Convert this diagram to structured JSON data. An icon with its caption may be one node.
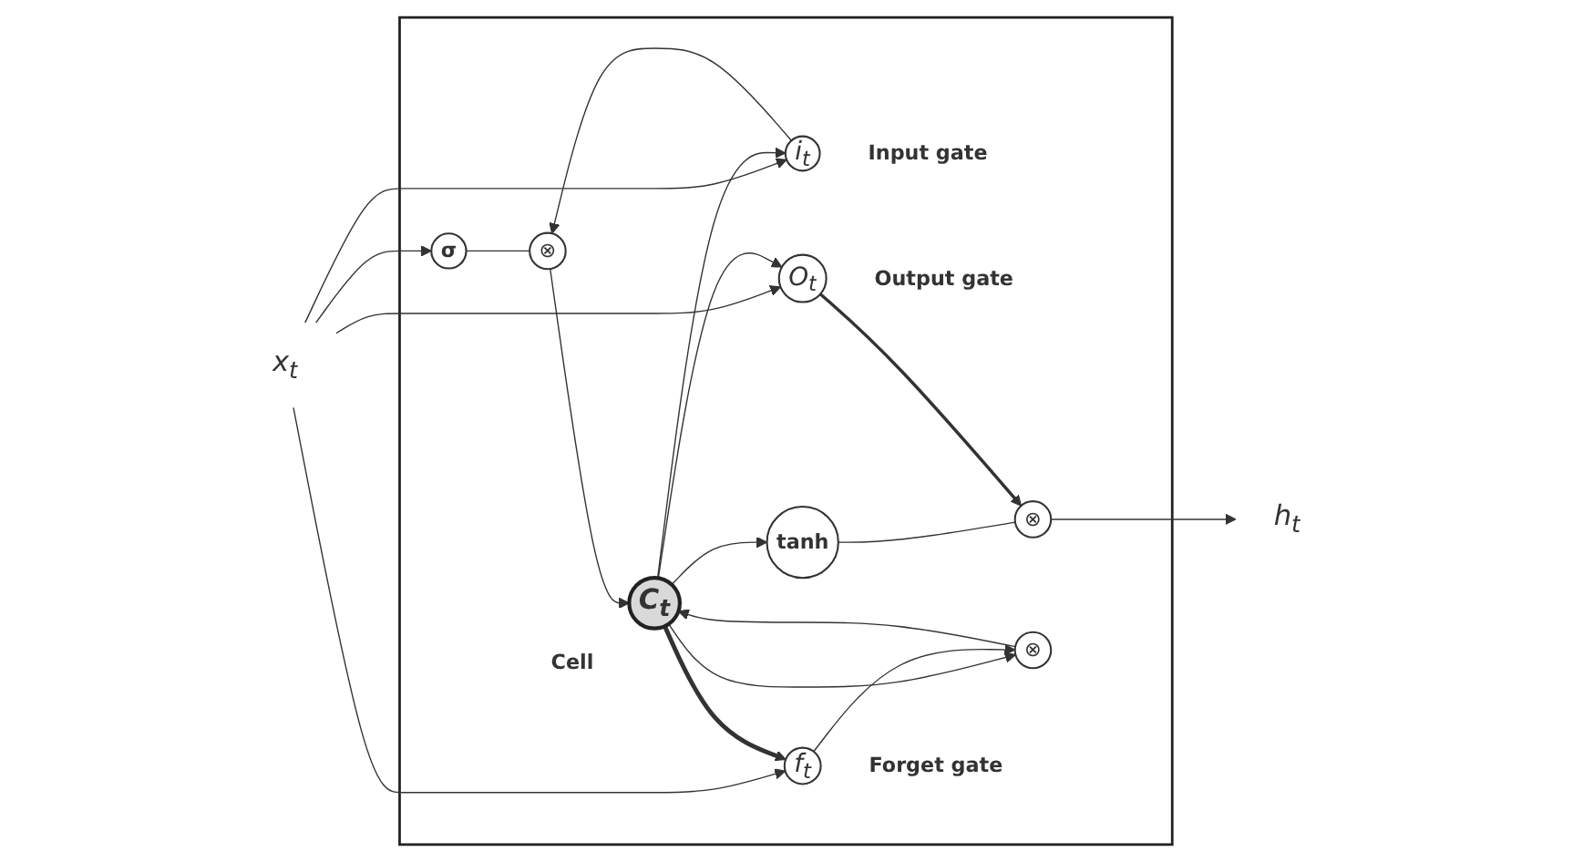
{
  "diagram": {
    "nodes": [
      {
        "text": [
          "x$_{t}$"
        ]
      },
      {
        "text": [],
        "shape": "box"
      },
      {
        "text": [
          "O$_{t}$"
        ],
        "beside": [
          "Output gate"
        ],
        "in": 1
      },
      {
        "text": [
          "i$_{t}$"
        ],
        "beside": [
          "Input gate"
        ],
        "in": 1
      },
      {
        "text": [
          "σ"
        ],
        "in": 1
      },
      {
        "text": [
          "⊗"
        ],
        "in": 1
      },
      {
        "text": [
          "C$_{t}$"
        ],
        "beside": [
          "Cell"
        ],
        "in": 1
      },
      {
        "text": [
          "tanh"
        ],
        "in": 1
      },
      {
        "text": [
          "⊗"
        ],
        "in": 1
      },
      {
        "text": [
          "⊗"
        ],
        "in": 1
      },
      {
        "text": [
          "f$_{t}$"
        ],
        "beside": [
          "Forget gate"
        ],
        "in": 1
      },
      {
        "text": [
          "h$_{t}$"
        ]
      }
    ],
    "edges": [
      {
        "from": 0,
        "to": 4,
        "arrow": "to"
      },
      {
        "from": 0,
        "to": 2,
        "arrow": "to"
      },
      {
        "from": 0,
        "to": 3,
        "arrow": "to"
      },
      {
        "from": 0,
        "to": 10,
        "arrow": "to"
      },
      {
        "from": 4,
        "to": 5,
        "arrow": "none"
      },
      {
        "from": 3,
        "to": 5,
        "arrow": "to"
      },
      {
        "from": 5,
        "to": 6,
        "arrow": "to"
      },
      {
        "from": 6,
        "to": 3,
        "arrow": "to"
      },
      {
        "from": 6,
        "to": 2,
        "arrow": "to"
      },
      {
        "from": 6,
        "to": 7,
        "arrow": "to"
      },
      {
        "from": 7,
        "to": 8,
        "arrow": "none"
      },
      {
        "from": 2,
        "to": 8,
        "arrow": "to"
      },
      {
        "from": 8,
        "to": 11,
        "arrow": "to"
      },
      {
        "from": 6,
        "to": 9,
        "arrow": "to"
      },
      {
        "from": 9,
        "to": 6,
        "arrow": "to"
      },
      {
        "from": 6,
        "to": 10,
        "arrow": "to",
        "style": "thick"
      },
      {
        "from": 10,
        "to": 9,
        "arrow": "to"
      }
    ]
  }
}
